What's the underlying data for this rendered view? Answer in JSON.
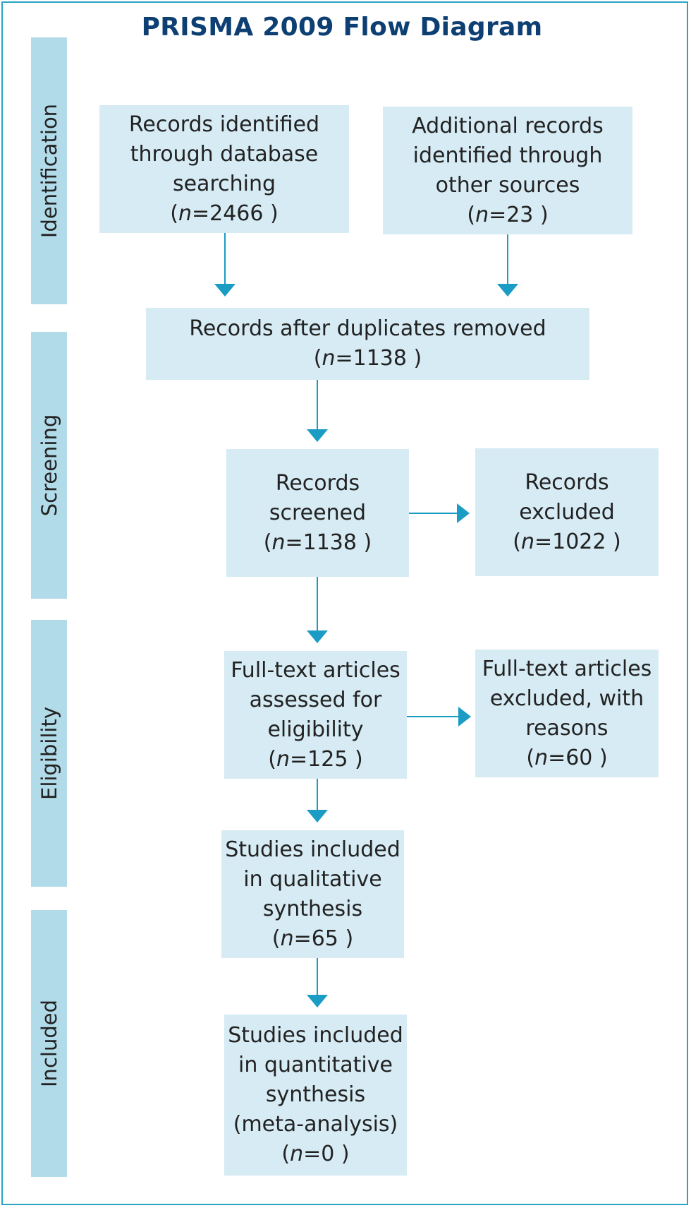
{
  "title": "PRISMA 2009 Flow Diagram",
  "stages": {
    "identification": "Identification",
    "screening": "Screening",
    "eligibility": "Eligibility",
    "included": "Included"
  },
  "boxes": {
    "database": {
      "lines": [
        "Records identified",
        "through database",
        "searching"
      ],
      "n": "2466"
    },
    "other_sources": {
      "lines": [
        "Additional records",
        "identified through",
        "other sources"
      ],
      "n": "23"
    },
    "after_duplicates": {
      "lines": [
        "Records after duplicates removed"
      ],
      "n": "1138"
    },
    "screened": {
      "lines": [
        "Records",
        "screened"
      ],
      "n": "1138"
    },
    "excluded": {
      "lines": [
        "Records",
        "excluded"
      ],
      "n": "1022"
    },
    "fulltext_assessed": {
      "lines": [
        "Full-text articles",
        "assessed for",
        "eligibility"
      ],
      "n": "125"
    },
    "fulltext_excluded": {
      "lines": [
        "Full-text articles",
        "excluded, with",
        "reasons"
      ],
      "n": "60"
    },
    "qualitative": {
      "lines": [
        "Studies included",
        "in qualitative",
        "synthesis"
      ],
      "n": "65"
    },
    "quantitative": {
      "lines": [
        "Studies included",
        "in quantitative",
        "synthesis",
        "(meta-analysis)"
      ],
      "n": "0"
    }
  },
  "colors": {
    "title": "#0d3f73",
    "stage_bar": "#b2dbe9",
    "box": "#d6ebf4",
    "arrow": "#1a9cc4",
    "frame": "#2aa3c7"
  }
}
